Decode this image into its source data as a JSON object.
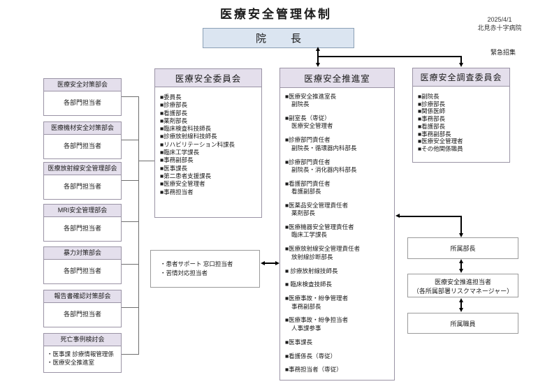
{
  "title": "医療安全管理体制",
  "meta": {
    "date": "2025/4/1",
    "hospital": "北見赤十字病院"
  },
  "director": {
    "label": "院　長"
  },
  "labels": {
    "emergency_call": "緊急招集"
  },
  "left_subcommittees": [
    {
      "title": "医療安全対策部会",
      "member": "各部門担当者"
    },
    {
      "title": "医療機材安全対策部会",
      "member": "各部門担当者"
    },
    {
      "title": "医療放射線安全管理部会",
      "member": "各部門担当者"
    },
    {
      "title": "MRI安全管理部会",
      "member": "各部門担当者"
    },
    {
      "title": "暴力対策部会",
      "member": "各部門担当者"
    },
    {
      "title": "報告書確認対策部会",
      "member": "各部門担当者"
    },
    {
      "title": "死亡事例検討会",
      "lines": [
        "・医事課 診療情報管理係",
        "・医療安全推進室"
      ]
    }
  ],
  "safety_committee": {
    "title": "医療安全委員会",
    "members": [
      "■委員長",
      "■診療部長",
      "■看護部長",
      "■薬剤部長",
      "■臨床検査科技師長",
      "■診療放射線科技師長",
      "■リハビリテーション科課長",
      "■臨床工学課長",
      "■事務副部長",
      "■医事課長",
      "■第二患者支援課長",
      "■医療安全管理者",
      "■事務担当者"
    ]
  },
  "promotion_office": {
    "title": "医療安全推進室",
    "items": [
      {
        "role": "■医療安全推進室長",
        "person": "副院長"
      },
      {
        "role": "■副室長（専従）",
        "person": "医療安全管理者"
      },
      {
        "role": "■診療部門責任者",
        "person": "副院長・循環器内科部長"
      },
      {
        "role": "■診療部門責任者",
        "person": "副院長・消化器内科部長"
      },
      {
        "role": "■看護部門責任者",
        "person": "看護副部長"
      },
      {
        "role": "■医薬品安全管理責任者",
        "person": "薬剤部長"
      },
      {
        "role": "■医療機器安全管理責任者",
        "person": "臨床工学課長"
      },
      {
        "role": "■医療放射線安全管理責任者",
        "person": "放射線診断部長"
      },
      {
        "role": "■ 診療放射線技師長"
      },
      {
        "role": "■ 臨床検査技師長"
      },
      {
        "role": "■医療事故・紛争管理者",
        "person": "事務副部長"
      },
      {
        "role": "■医療事故・紛争担当者",
        "person": "人事課参事"
      },
      {
        "role": "■医事課長"
      },
      {
        "role": "■看護係長（専従）"
      },
      {
        "role": "■事務担当者（専従）"
      }
    ]
  },
  "investigation_committee": {
    "title": "医療安全調査委員会",
    "members": [
      "■副院長",
      "■診療部長",
      "■関係医師",
      "■事務部長",
      "■看護部長",
      "■事務副部長",
      "■医療安全管理者",
      "■その他関係職員"
    ]
  },
  "department_chain": {
    "head": "所属部長",
    "coordinator_line1": "医療安全推進担当者",
    "coordinator_line2": "（各所属部署リスクマネージャー）",
    "staff": "所属職員"
  },
  "patient_support": {
    "lines": [
      "・患者サポート 窓口担当者",
      "・苦情対応担当者"
    ]
  }
}
